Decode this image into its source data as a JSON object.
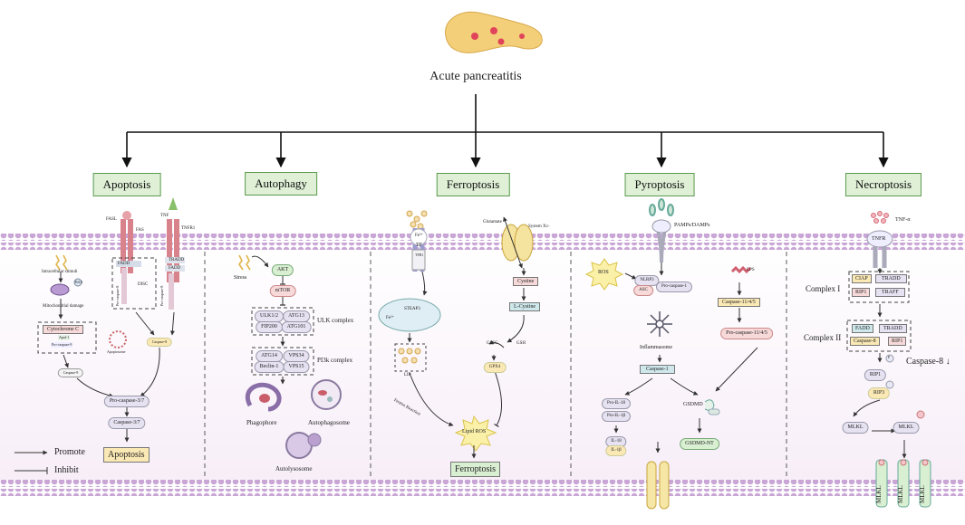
{
  "title": "Acute pancreatitis",
  "categories": [
    "Apoptosis",
    "Autophagy",
    "Ferroptosis",
    "Pyroptosis",
    "Necroptosis"
  ],
  "legend": {
    "promote": "Promote",
    "inhibit": "Inhibit"
  },
  "apoptosis": {
    "fasl": "FASL",
    "fas": "FAS",
    "tnf": "TNF",
    "tnfr1": "TNFR1",
    "fadd": "FADD",
    "tradd": "TRADD",
    "fadd2": "FADD",
    "disc": "DISC",
    "procaspase8_a": "Pro-caspase-8",
    "procaspase8_b": "Pro-caspase-8",
    "intracellular": "Intracellular stimuli",
    "bax": "BAX",
    "mito": "Mitochondrial damage",
    "cytc": "Cytochrome C",
    "apaf1": "Apaf-1",
    "procasp9": "Pro-caspase-9",
    "apoptosome": "Apoptosome",
    "casp8": "Caspase-8",
    "casp9": "Caspase-9",
    "procasp37": "Pro-caspase-3/7",
    "casp37": "Caspase-3/7",
    "result": "Apoptosis"
  },
  "autophagy": {
    "stress": "Stress",
    "akt": "AKT",
    "mtor": "mTOR",
    "ulk": [
      "ULK1/2",
      "ATG13",
      "FIP200",
      "ATG101"
    ],
    "ulk_label": "ULK complex",
    "pi3k": [
      "ATG14",
      "VPS34",
      "Beclin-1",
      "VPS15"
    ],
    "pi3k_label": "PI3k complex",
    "phagophore": "Phagophore",
    "autophagosome": "Autophagosome",
    "autolysosome": "Autolysosome"
  },
  "ferroptosis": {
    "fe3": "Fe³⁺",
    "tf": "TF",
    "tfr1": "TFR1",
    "glutamate": "Glutamate",
    "systemxc": "System Xc-",
    "steap3": "STEAP3",
    "fe2": "Fe²⁺",
    "cystine": "Cystine",
    "lcystine": "L-Cystine",
    "gssg": "GSSG",
    "gsh": "GSH",
    "gpx4": "GPX4",
    "lip": "LIP",
    "fenton": "Fenton Reaction",
    "lipidros": "Lipid ROS",
    "result": "Ferroptosis"
  },
  "pyroptosis": {
    "pamps": "PAMPs/DAMPs",
    "ros": "ROS",
    "nlrp3": "NLRP3",
    "asc": "ASC",
    "procasp1": "Pro-caspase-1",
    "inflammasome": "Inflammasome",
    "casp1": "Caspase-1",
    "lps": "LPS",
    "casp1145": "Caspase-11/4/5",
    "procasp1145": "Pro-caspase-11/4/5",
    "proil18": "Pro-IL-18",
    "proil1b": "Pro-IL-1β",
    "il18": "IL-18",
    "il1b": "IL-1β",
    "gsdmd": "GSDMD",
    "gsdmdnt": "GSDMD-NT"
  },
  "necroptosis": {
    "tnfa": "TNF-α",
    "tnfr": "TNFR",
    "complex1": "Complex I",
    "complex2": "Complex II",
    "ciap": "CIAP",
    "tradd": "TRADD",
    "rip1": "RIP1",
    "traff": "TRAFF",
    "fadd": "FADD",
    "tradd2": "TRADD",
    "casp8": "Caspase-8",
    "rip1b": "RIP1",
    "casp8down": "Caspase-8 ↓",
    "rip1c": "RIP1",
    "rip3": "RIP3",
    "p": "P",
    "mlkl": "MLKL",
    "mlklp": "MLKL",
    "pore": [
      "MLKL",
      "MLKL",
      "MLKL"
    ]
  },
  "colors": {
    "membrane": "#c9a6d6",
    "category_fill": "#dff0d6",
    "category_border": "#5a9a4e",
    "pancreas": "#f3cf79"
  }
}
